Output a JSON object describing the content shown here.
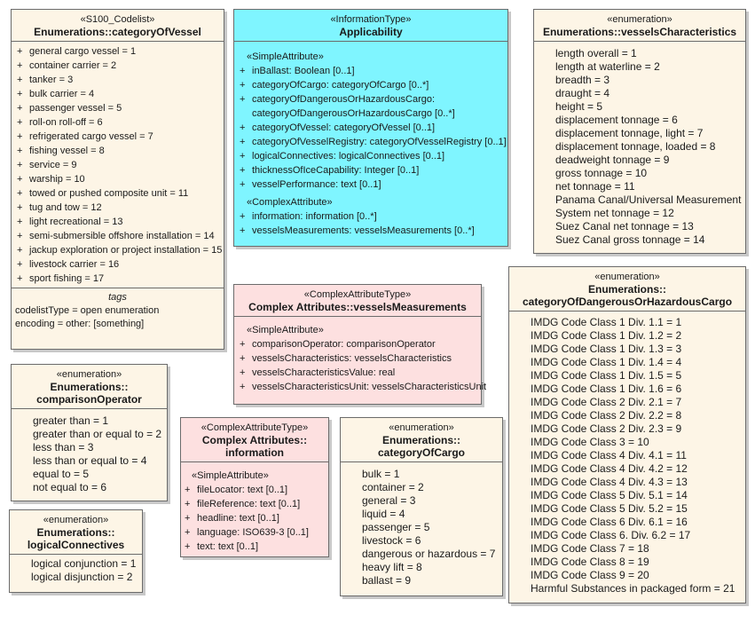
{
  "categoryOfVessel": {
    "stereotype": "«S100_Codelist»",
    "name": "Enumerations::categoryOfVessel",
    "items": [
      "general cargo vessel = 1",
      "container carrier = 2",
      "tanker = 3",
      "bulk carrier = 4",
      "passenger vessel = 5",
      "roll-on roll-off = 6",
      "refrigerated cargo vessel = 7",
      "fishing vessel = 8",
      "service = 9",
      "warship = 10",
      "towed or pushed composite unit = 11",
      "tug and tow = 12",
      "light recreational = 13",
      "semi-submersible offshore installation = 14",
      "jackup exploration or project installation = 15",
      "livestock carrier = 16",
      "sport fishing = 17"
    ],
    "tags_title": "tags",
    "tags": [
      "codelistType = open enumeration",
      "encoding = other: [something]"
    ]
  },
  "applicability": {
    "stereotype": "«InformationType»",
    "name": "Applicability",
    "simple_group": "«SimpleAttribute»",
    "simple": [
      {
        "text": "inBallast: Boolean [0..1]"
      },
      {
        "text": "categoryOfCargo: categoryOfCargo [0..*]"
      },
      {
        "text": "categoryOfDangerousOrHazardousCargo:"
      },
      {
        "text": "categoryOfDangerousOrHazardousCargo [0..*]",
        "cont": true
      },
      {
        "text": "categoryOfVessel: categoryOfVessel [0..1]"
      },
      {
        "text": "categoryOfVesselRegistry: categoryOfVesselRegistry [0..1]"
      },
      {
        "text": "logicalConnectives: logicalConnectives [0..1]"
      },
      {
        "text": "thicknessOfIceCapability: Integer [0..1]"
      },
      {
        "text": "vesselPerformance: text [0..1]"
      }
    ],
    "complex_group": "«ComplexAttribute»",
    "complex": [
      "information: information [0..*]",
      "vesselsMeasurements: vesselsMeasurements [0..*]"
    ]
  },
  "vesselsCharacteristics": {
    "stereotype": "«enumeration»",
    "name": "Enumerations::vesselsCharacteristics",
    "items": [
      "length overall = 1",
      "length at waterline = 2",
      "breadth = 3",
      "draught = 4",
      "height = 5",
      "displacement tonnage = 6",
      "displacement tonnage, light = 7",
      "displacement tonnage, loaded = 8",
      "deadweight tonnage = 9",
      "gross tonnage = 10",
      "net tonnage = 11",
      "Panama Canal/Universal Measurement",
      "System net tonnage = 12",
      "Suez Canal net tonnage = 13",
      "Suez Canal gross tonnage = 14"
    ]
  },
  "vesselsMeasurements": {
    "stereotype": "«ComplexAttributeType»",
    "name": "Complex Attributes::vesselsMeasurements",
    "group": "«SimpleAttribute»",
    "items": [
      "comparisonOperator: comparisonOperator",
      "vesselsCharacteristics: vesselsCharacteristics",
      "vesselsCharacteristicsValue: real",
      "vesselsCharacteristicsUnit: vesselsCharacteristicsUnit"
    ]
  },
  "dangerousCargo": {
    "stereotype": "«enumeration»",
    "name1": "Enumerations::",
    "name2": "categoryOfDangerousOrHazardousCargo",
    "items": [
      "IMDG Code Class 1 Div. 1.1 = 1",
      "IMDG Code Class 1 Div. 1.2 = 2",
      "IMDG Code Class 1 Div. 1.3 = 3",
      "IMDG Code Class 1 Div. 1.4 = 4",
      "IMDG Code Class 1 Div. 1.5 = 5",
      "IMDG Code Class 1 Div. 1.6 = 6",
      "IMDG Code Class 2 Div. 2.1 = 7",
      "IMDG Code Class 2 Div. 2.2 = 8",
      "IMDG Code Class 2 Div. 2.3 = 9",
      "IMDG Code Class 3 = 10",
      "IMDG Code Class 4 Div. 4.1 = 11",
      "IMDG Code Class 4 Div. 4.2 = 12",
      "IMDG Code Class 4 Div. 4.3 = 13",
      "IMDG Code Class 5 Div. 5.1 = 14",
      "IMDG Code Class 5 Div. 5.2 = 15",
      "IMDG Code Class 6 Div. 6.1 = 16",
      "IMDG Code Class 6. Div. 6.2 = 17",
      "IMDG Code Class 7 = 18",
      "IMDG Code Class 8 = 19",
      "IMDG Code Class 9 = 20",
      "Harmful Substances in packaged form = 21"
    ]
  },
  "comparisonOperator": {
    "stereotype": "«enumeration»",
    "name1": "Enumerations::",
    "name2": "comparisonOperator",
    "items": [
      "greater than = 1",
      "greater than or equal to = 2",
      "less than = 3",
      "less than or equal to = 4",
      "equal to = 5",
      "not equal to = 6"
    ]
  },
  "information": {
    "stereotype": "«ComplexAttributeType»",
    "name1": "Complex Attributes::",
    "name2": "information",
    "group": "«SimpleAttribute»",
    "items": [
      "fileLocator: text [0..1]",
      "fileReference: text [0..1]",
      "headline: text [0..1]",
      "language: ISO639-3 [0..1]",
      "text: text [0..1]"
    ]
  },
  "categoryOfCargo": {
    "stereotype": "«enumeration»",
    "name1": "Enumerations::",
    "name2": "categoryOfCargo",
    "items": [
      "bulk = 1",
      "container = 2",
      "general = 3",
      "liquid = 4",
      "passenger = 5",
      "livestock = 6",
      "dangerous or hazardous = 7",
      "heavy lift = 8",
      "ballast = 9"
    ]
  },
  "logicalConnectives": {
    "stereotype": "«enumeration»",
    "name1": "Enumerations::",
    "name2": "logicalConnectives",
    "items": [
      "logical conjunction = 1",
      "logical disjunction = 2"
    ]
  }
}
